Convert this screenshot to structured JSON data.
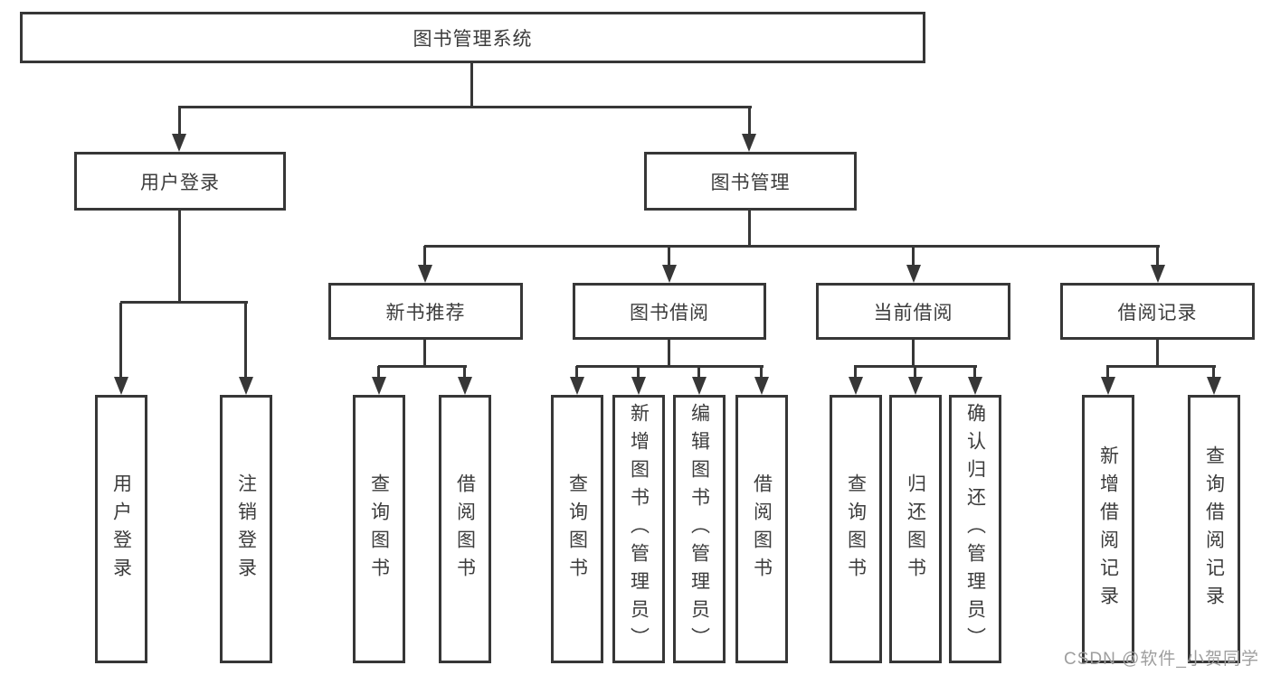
{
  "title": "图书管理系统",
  "tree": {
    "root": {
      "label": "图书管理系统"
    },
    "branches": [
      {
        "label": "用户登录",
        "leaves": [
          {
            "label": "用户登录"
          },
          {
            "label": "注销登录"
          }
        ]
      },
      {
        "label": "图书管理",
        "groups": [
          {
            "label": "新书推荐",
            "leaves": [
              {
                "label": "查询图书"
              },
              {
                "label": "借阅图书"
              }
            ]
          },
          {
            "label": "图书借阅",
            "leaves": [
              {
                "label": "查询图书"
              },
              {
                "label": "新增图书（管理员）"
              },
              {
                "label": "编辑图书（管理员）"
              },
              {
                "label": "借阅图书"
              }
            ]
          },
          {
            "label": "当前借阅",
            "leaves": [
              {
                "label": "查询图书"
              },
              {
                "label": "归还图书"
              },
              {
                "label": "确认归还（管理员）"
              }
            ]
          },
          {
            "label": "借阅记录",
            "leaves": [
              {
                "label": "新增借阅记录"
              },
              {
                "label": "查询借阅记录"
              }
            ]
          }
        ]
      }
    ]
  },
  "watermark": {
    "text": "CSDN @软件_小贺同学"
  },
  "colors": {
    "line": "#373737",
    "text": "#3c3c3c",
    "background": "#ffffff",
    "watermark": "#9e9e9e"
  }
}
